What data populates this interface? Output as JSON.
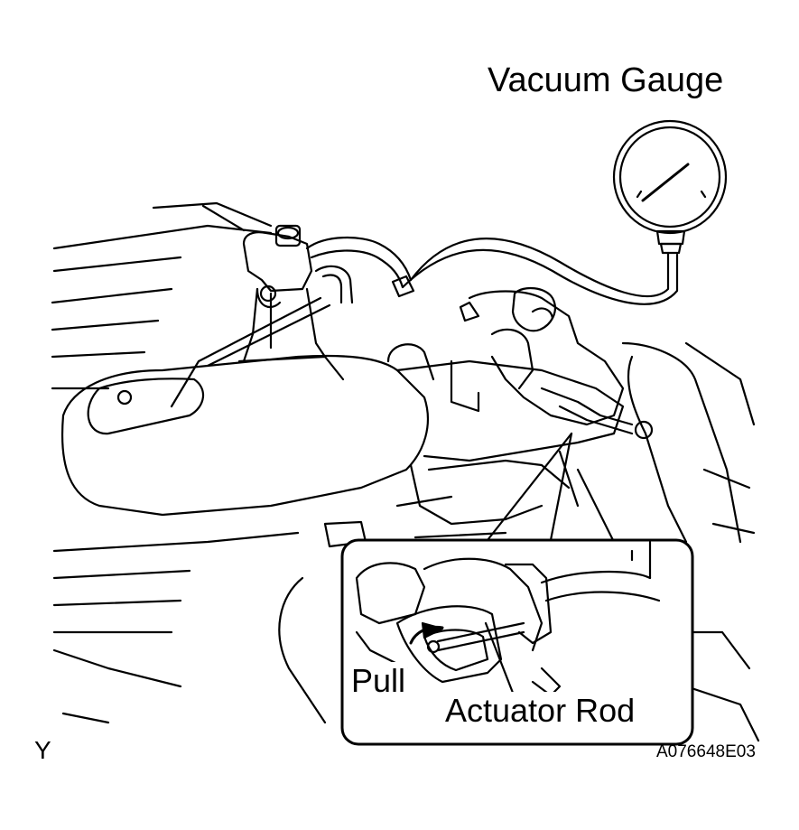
{
  "labels": {
    "vacuum_gauge": "Vacuum Gauge",
    "pull": "Pull",
    "actuator_rod": "Actuator Rod",
    "view_letter": "Y",
    "figure_code": "A076648E03"
  }
}
